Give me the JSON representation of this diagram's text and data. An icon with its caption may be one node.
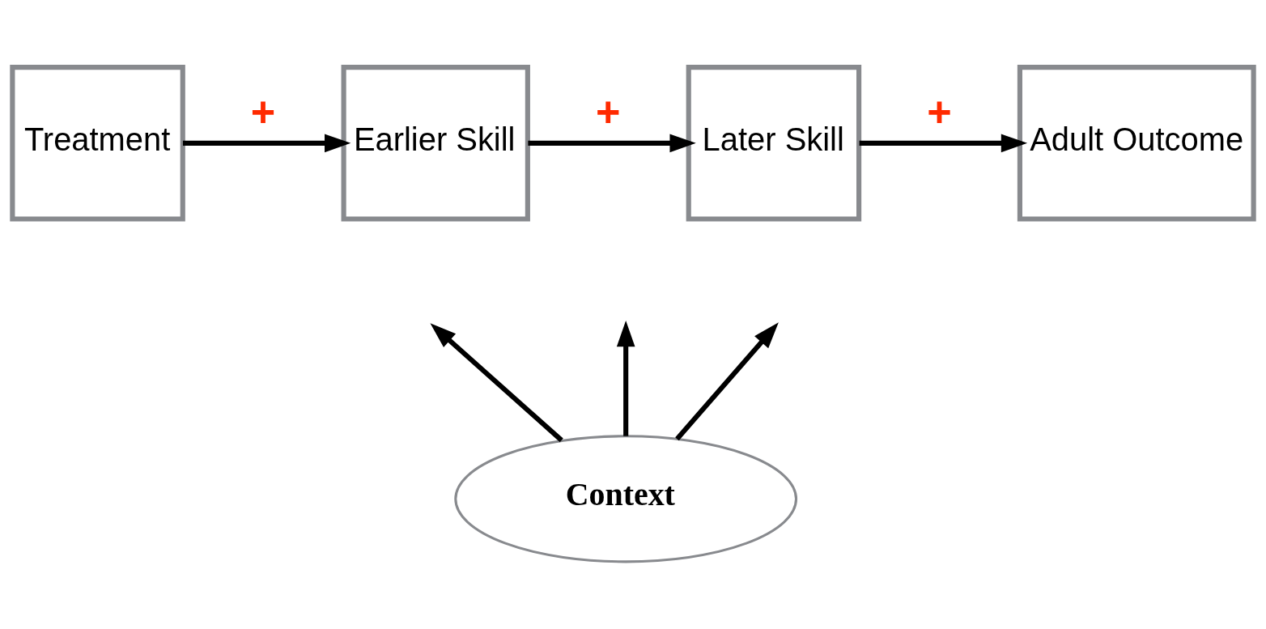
{
  "diagram": {
    "nodes": [
      {
        "text": [
          "Treatment"
        ]
      },
      {
        "text": [
          "Earlier Skill"
        ]
      },
      {
        "text": [
          "Later Skill"
        ]
      },
      {
        "text": [
          "Adult Outcome"
        ]
      },
      {
        "text": [
          "Context"
        ]
      }
    ],
    "edges": [
      {
        "from": 0,
        "to": 1,
        "arrow": "to",
        "label": "+"
      },
      {
        "from": 1,
        "to": 2,
        "arrow": "to",
        "label": "+"
      },
      {
        "from": 2,
        "to": 3,
        "arrow": "to",
        "label": "+"
      },
      {
        "from": 4,
        "to": null,
        "arrow": "to"
      },
      {
        "from": 4,
        "to": null,
        "arrow": "to"
      },
      {
        "from": 4,
        "to": null,
        "arrow": "to"
      }
    ]
  }
}
